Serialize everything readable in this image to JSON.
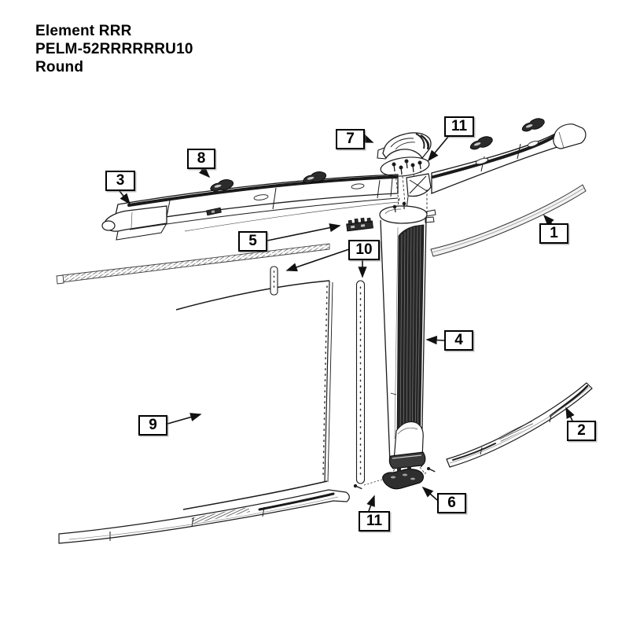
{
  "title_block": {
    "line1": "Element RRR",
    "line2": "PELM-52RRRRRRU10",
    "line3": "Round"
  },
  "callouts": {
    "c1": "1",
    "c2": "2",
    "c3": "3",
    "c4": "4",
    "c5": "5",
    "c6": "6",
    "c7": "7",
    "c8": "8",
    "c9": "9",
    "c10": "10",
    "c11_top": "11",
    "c11_bottom": "11"
  },
  "colors": {
    "background": "#ffffff",
    "line_art": "#1a1a1a",
    "dark_fill": "#2b2b2b",
    "callout_border": "#000000",
    "callout_text": "#000000"
  }
}
